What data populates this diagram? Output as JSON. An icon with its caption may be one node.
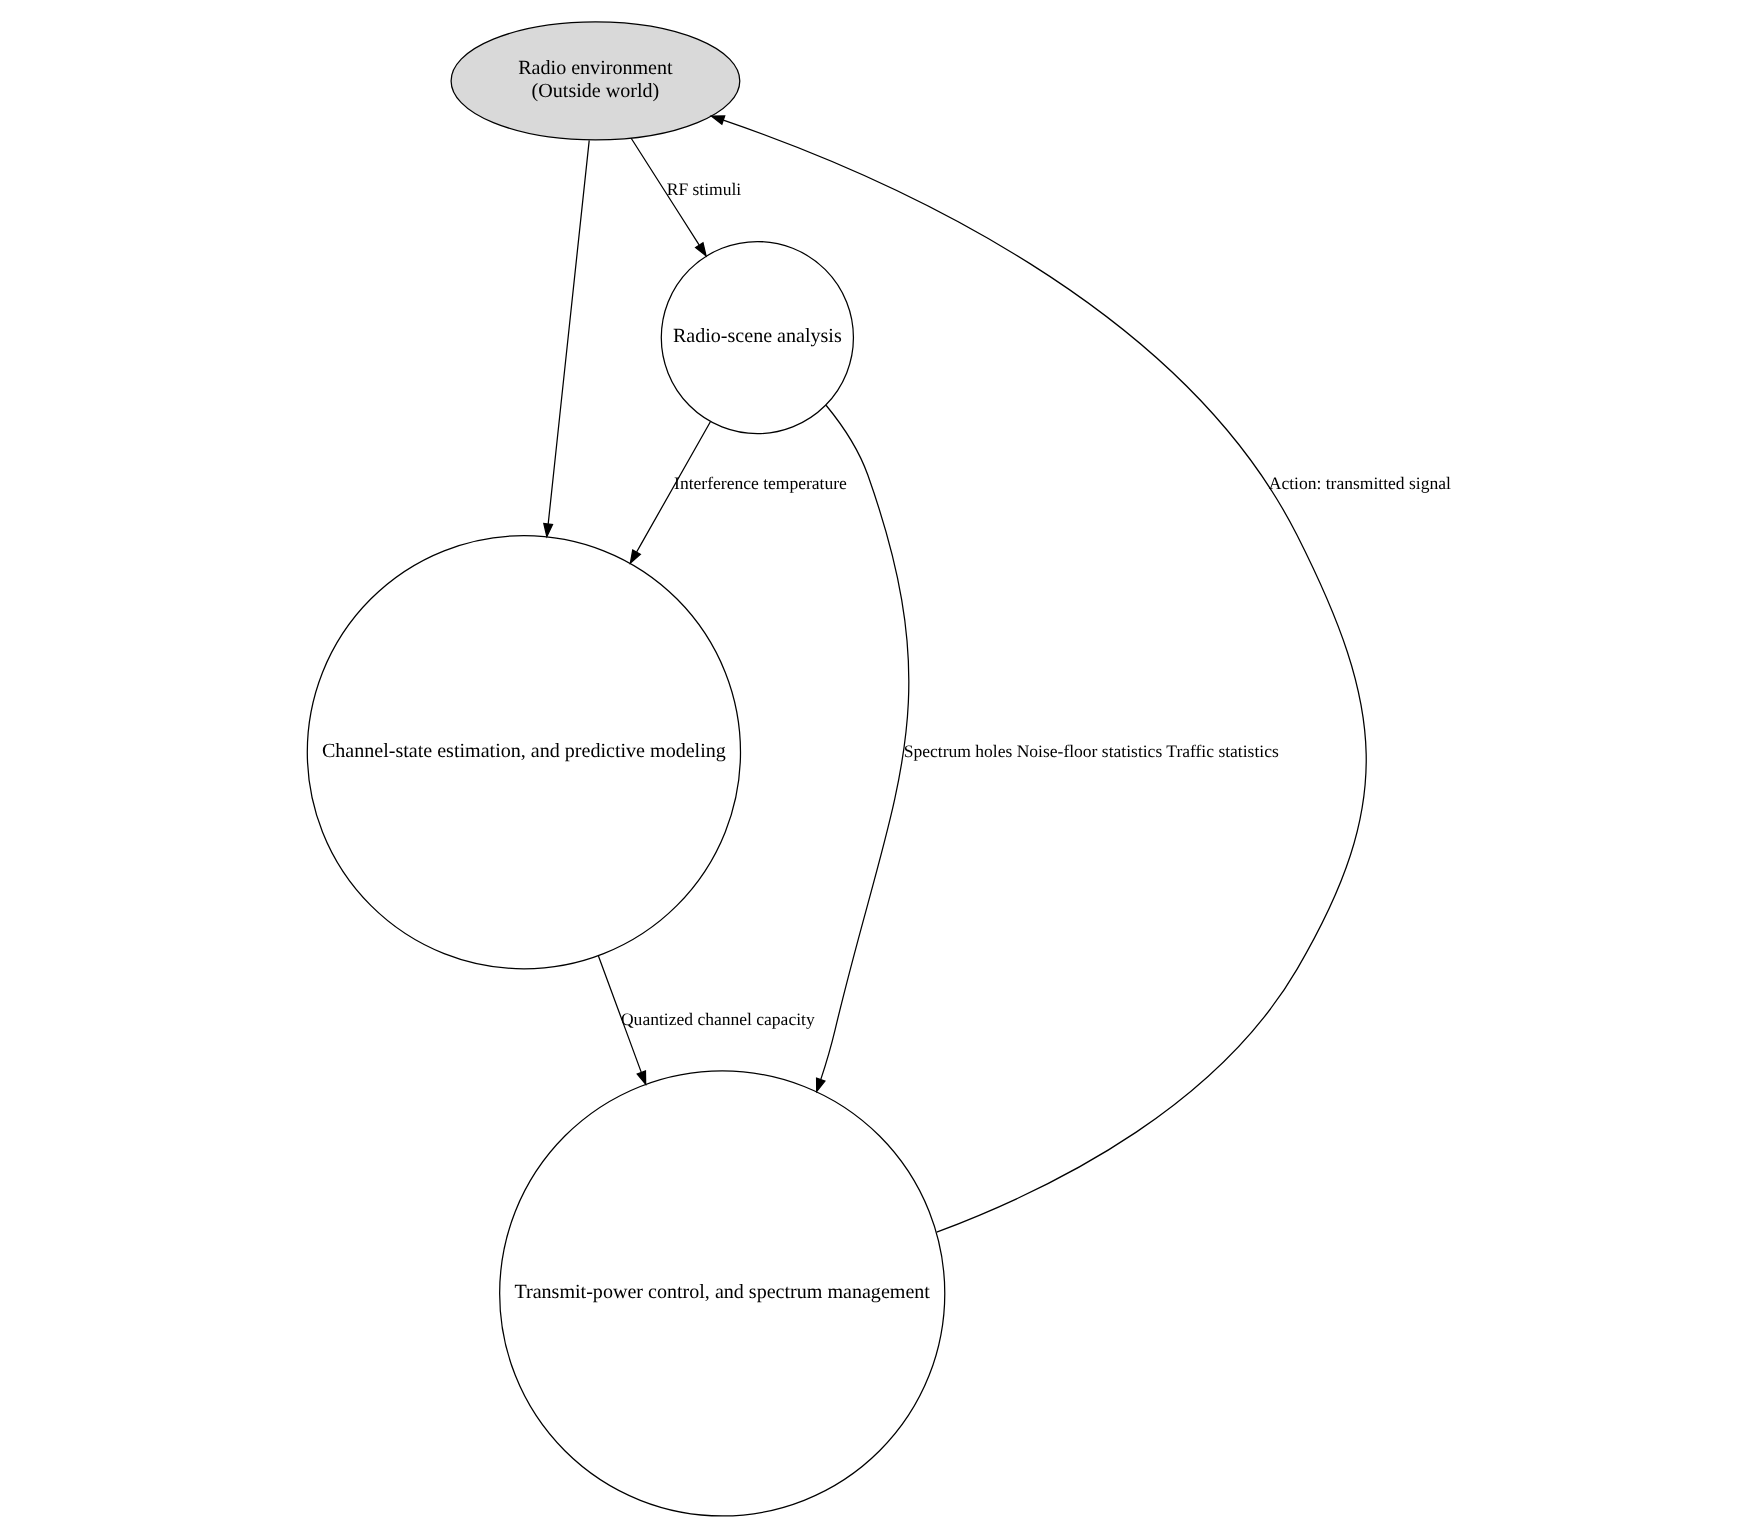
{
  "diagram": {
    "nodes": [
      {
        "text": [
          "Radio environment",
          "(Outside world)"
        ]
      },
      {
        "text": [
          "Radio-scene analysis"
        ]
      },
      {
        "text": [
          "Channel-state estimation, and predictive modeling"
        ]
      },
      {
        "text": [
          "Transmit-power control, and spectrum management"
        ]
      }
    ],
    "edges": [
      {
        "from": 0,
        "to": 1,
        "arrow": "to",
        "label": "RF stimuli"
      },
      {
        "from": 0,
        "to": 2,
        "arrow": "to"
      },
      {
        "from": 1,
        "to": 2,
        "arrow": "to",
        "label": "Interference temperature"
      },
      {
        "from": 1,
        "to": 3,
        "arrow": "to",
        "label": "Spectrum holes Noise-floor statistics Traffic statistics"
      },
      {
        "from": 2,
        "to": 3,
        "arrow": "to",
        "label": "Quantized channel capacity"
      },
      {
        "from": 3,
        "to": 0,
        "arrow": "to",
        "label": "Action: transmitted signal"
      }
    ]
  }
}
